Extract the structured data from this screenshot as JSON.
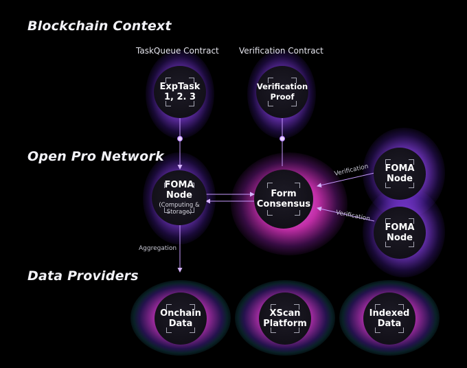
{
  "sections": {
    "blockchain": "Blockchain Context",
    "network": "Open Pro Network",
    "providers": "Data Providers"
  },
  "contracts": {
    "taskqueue": "TaskQueue Contract",
    "verification": "Verification Contract"
  },
  "nodes": {
    "exptask": {
      "line1": "ExpTask",
      "line2": "1, 2. 3"
    },
    "verification_proof": {
      "line1": "Verification",
      "line2": "Proof"
    },
    "foma_main": {
      "line1": "FOMA",
      "line2": "Node",
      "sub1": "(Computing &",
      "sub2": "Storage)"
    },
    "consensus": {
      "line1": "Form",
      "line2": "Consensus"
    },
    "foma_top": {
      "line1": "FOMA",
      "line2": "Node"
    },
    "foma_bottom": {
      "line1": "FOMA",
      "line2": "Node"
    },
    "onchain": {
      "line1": "Onchain",
      "line2": "Data"
    },
    "xscan": {
      "line1": "XScan",
      "line2": "Platform"
    },
    "indexed": {
      "line1": "Indexed",
      "line2": "Data"
    }
  },
  "edge_labels": {
    "verification_top": "Verification",
    "verification_bottom": "Verification",
    "aggregation": "Aggregation"
  },
  "colors": {
    "purple": "#8a3cff",
    "magenta": "#ff2fd6",
    "cyan": "#3fe6ff",
    "line": "#c79bff",
    "divider_red": "#b0335a",
    "divider_blue": "#4f5fd6"
  }
}
